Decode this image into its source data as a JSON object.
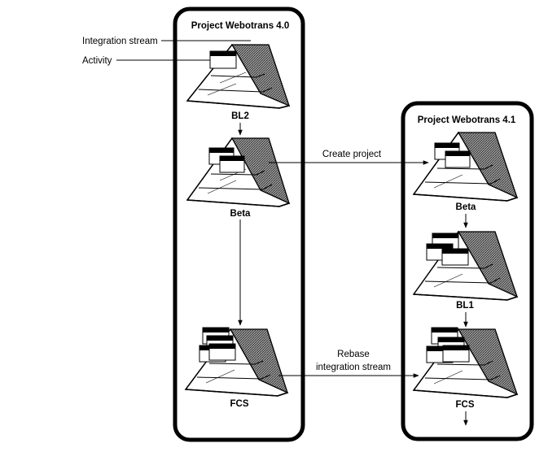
{
  "projects": [
    {
      "title": "Project Webotrans 4.0",
      "baselines": [
        "BL2",
        "Beta",
        "FCS"
      ]
    },
    {
      "title": "Project Webotrans 4.1",
      "baselines": [
        "Beta",
        "BL1",
        "FCS"
      ]
    }
  ],
  "callouts": {
    "integration_stream": "Integration stream",
    "activity": "Activity"
  },
  "arrows": {
    "create_project": "Create project",
    "rebase_line1": "Rebase",
    "rebase_line2": "integration stream"
  },
  "colors": {
    "stroke": "#000000",
    "fill": "#ffffff",
    "hatch": "#555555"
  }
}
